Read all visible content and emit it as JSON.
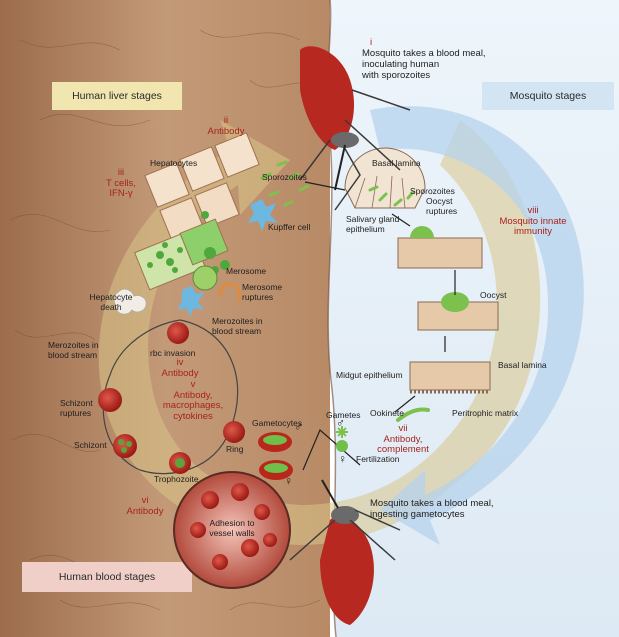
{
  "boxes": {
    "liver": "Human liver stages",
    "mosquito": "Mosquito stages",
    "blood": "Human blood stages"
  },
  "interventions": {
    "i": {
      "num": "i",
      "text1": "Mosquito takes a blood meal,",
      "text2": "inoculating human",
      "text3": "with sporozoites"
    },
    "ii": {
      "num": "ii",
      "text": "Antibody"
    },
    "iii": {
      "num": "iii",
      "text1": "T cells,",
      "text2": "IFN-γ"
    },
    "iv": {
      "num": "iv",
      "text": "Antibody"
    },
    "v": {
      "num": "v",
      "text1": "Antibody,",
      "text2": "macrophages,",
      "text3": "cytokines"
    },
    "vi": {
      "num": "vi",
      "text": "Antibody"
    },
    "vii": {
      "num": "vii",
      "text1": "Antibody,",
      "text2": "complement"
    },
    "viii": {
      "num": "viii",
      "text1": "Mosquito innate",
      "text2": "immunity"
    },
    "bottom": {
      "text1": "Mosquito takes a blood meal,",
      "text2": "ingesting gametocytes"
    }
  },
  "labels": {
    "hepatocytes": "Hepatocytes",
    "sporozoites_left": "Sporozoites",
    "kupffer": "Kupffer cell",
    "merosome": "Merosome",
    "merosome_ruptures1": "Merosome",
    "merosome_ruptures2": "ruptures",
    "hepatocyte_death1": "Hepatocyte",
    "hepatocyte_death2": "death",
    "merozoites_right1": "Merozoites in",
    "merozoites_right2": "blood stream",
    "merozoites_left1": "Merozoites in",
    "merozoites_left2": "blood stream",
    "rbc_invasion": "rbc invasion",
    "schizont_ruptures1": "Schizont",
    "schizont_ruptures2": "ruptures",
    "schizont": "Schizont",
    "trophozoite": "Trophozoite",
    "ring": "Ring",
    "gametocytes": "Gametocytes",
    "adhesion1": "Adhesion to",
    "adhesion2": "vessel walls",
    "basal_lamina_top": "Basal lamina",
    "sporozoites_right": "Sporozoites",
    "salivary1": "Salivary gland",
    "salivary2": "epithelium",
    "oocyst_ruptures1": "Oocyst",
    "oocyst_ruptures2": "ruptures",
    "oocyst": "Oocyst",
    "basal_lamina_mid": "Basal lamina",
    "midgut": "Midgut epithelium",
    "ookinete": "Ookinete",
    "peritrophic": "Peritrophic matrix",
    "gametes": "Gametes",
    "fertilization": "Fertilization",
    "male_symbol": "♂",
    "female_symbol": "♀"
  },
  "colors": {
    "skin": "#b48664",
    "mosquito_bg": "#e6f0f8",
    "liver_box": "#f1e6b0",
    "mosquito_box": "#d3e5f3",
    "blood_box": "#f0cfc9",
    "annotation_red": "#a8231c",
    "cycle_arrow": "#d9c489",
    "mosquito_arrow": "#b6d3ec"
  }
}
